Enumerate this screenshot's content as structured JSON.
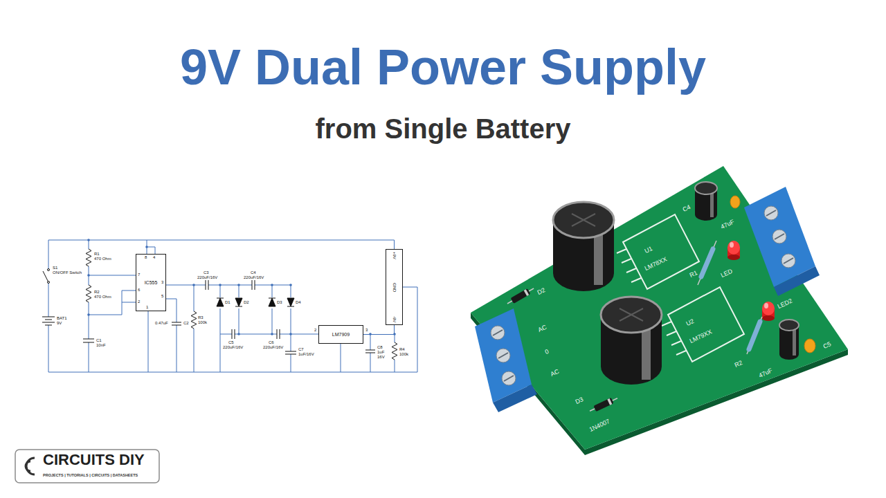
{
  "diagram": {
    "title": "9V Dual Power Supply",
    "nodes": [
      {
        "text": [
          "IC555"
        ]
      },
      {
        "text": [
          "LM7909"
        ]
      },
      {
        "text": [
          "+9V",
          "GND",
          "-9V"
        ]
      }
    ],
    "edges": [
      {
        "from": 0,
        "to": 2,
        "arrow": "none"
      },
      {
        "from": 1,
        "to": 2,
        "arrow": "none"
      }
    ],
    "labels": [
      "from Single Battery",
      "S1",
      "ON/OFF Switch",
      "BAT1",
      "9V",
      "R1",
      "470 Ohm",
      "R2",
      "470 Ohm",
      "C1",
      "10nF",
      "8",
      "4",
      "7",
      "6",
      "2",
      "3",
      "5",
      "1",
      "0.47uF",
      "C2",
      "R3",
      "100k",
      "C3",
      "220uF/16V",
      "C4",
      "220uF/16V",
      "D1",
      "D2",
      "D3",
      "D4",
      "C5",
      "220uF/16V",
      "C6",
      "220uF/16V",
      "C7",
      "1uF/16V",
      "2",
      "3",
      "C8",
      "1uF",
      "16V",
      "R4",
      "100k",
      "D2",
      "AC",
      "0",
      "AC",
      "D3",
      "1N4007",
      "U1",
      "LM78XX",
      "C4",
      "R1",
      "LED",
      "47uF",
      "U2",
      "LM79XX",
      "R2",
      "LED2",
      "47uF",
      "C5",
      "CIRCUITS DIY",
      "PROJECTS | TUTORIALS | CIRCUITS | DATASHEETS"
    ]
  }
}
